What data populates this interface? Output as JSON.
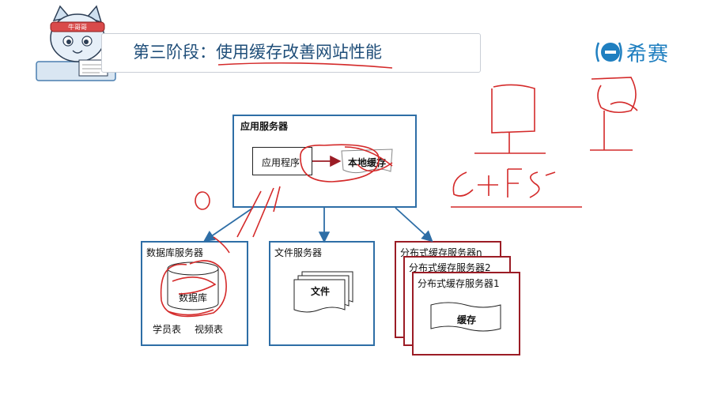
{
  "header": {
    "title": "第三阶段：使用缓存改善网站性能",
    "brand_text": "希赛",
    "mascot_badge": "牛哥哥"
  },
  "diagram": {
    "app_server": {
      "title": "应用服务器",
      "app_program": "应用程序",
      "local_cache": "本地缓存"
    },
    "db_server": {
      "title": "数据库服务器",
      "db_label": "数据库",
      "table1": "学员表",
      "table2": "视频表"
    },
    "file_server": {
      "title": "文件服务器",
      "doc_label": "文件"
    },
    "cache_servers": {
      "n": "分布式缓存服务器n",
      "s2": "分布式缓存服务器2",
      "s1": "分布式缓存服务器1",
      "doc_label": "缓存"
    }
  },
  "colors": {
    "title_blue": "#1f4e79",
    "box_blue": "#2e6ea6",
    "box_red": "#9b1c25",
    "ink_red": "#d42a2a",
    "brand_blue": "#1f7fc0"
  }
}
